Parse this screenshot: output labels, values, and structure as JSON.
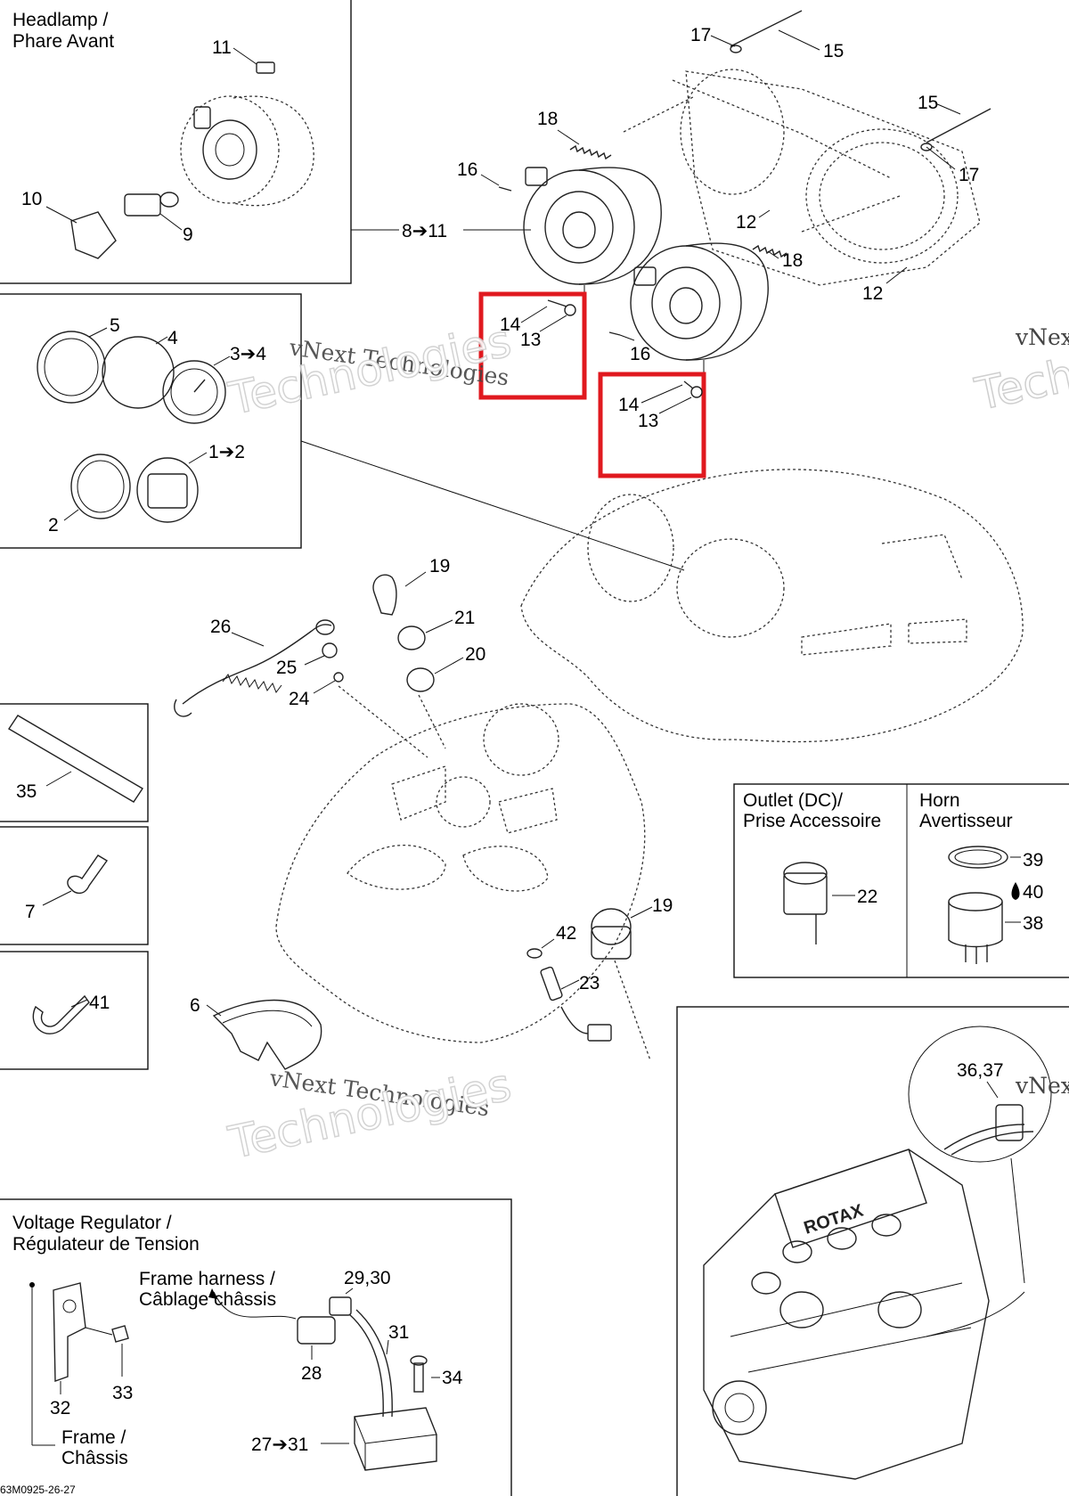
{
  "boxes": {
    "headlamp": [
      "Headlamp /",
      "Phare Avant"
    ],
    "outlet": [
      "Outlet (DC)/",
      "Prise Accessoire"
    ],
    "horn": [
      "Horn",
      "Avertisseur"
    ],
    "voltage": [
      "Voltage Regulator /",
      "Régulateur de Tension"
    ],
    "harness": [
      "Frame harness /",
      "Câblage châssis"
    ],
    "frame": [
      "Frame /",
      "Châssis"
    ]
  },
  "callouts": {
    "c11a": "11",
    "c10": "10",
    "c9": "9",
    "c8to11": "8➔11",
    "c17a": "17",
    "c15a": "15",
    "c15b": "15",
    "c17b": "17",
    "c18a": "18",
    "c16a": "16",
    "c12a": "12",
    "c18b": "18",
    "c12b": "12",
    "c14a": "14",
    "c13a": "13",
    "c16b": "16",
    "c14b": "14",
    "c13b": "13",
    "c5": "5",
    "c4": "4",
    "c3to4": "3➔4",
    "c1to2": "1➔2",
    "c2": "2",
    "c19a": "19",
    "c26": "26",
    "c21": "21",
    "c20": "20",
    "c25": "25",
    "c24": "24",
    "c35": "35",
    "c7": "7",
    "c41": "41",
    "c6": "6",
    "c42": "42",
    "c19b": "19",
    "c23": "23",
    "c22": "22",
    "c39": "39",
    "c40": "40",
    "c38": "38",
    "c3637": "36,37",
    "c2930": "29,30",
    "c31": "31",
    "c28": "28",
    "c34": "34",
    "c33": "33",
    "c32": "32",
    "c27to31": "27➔31"
  },
  "watermark": {
    "line1": "vNext Technologies",
    "line2": "Technologies",
    "short": "vNex",
    "short2": "Tech"
  },
  "engine_brand": "ROTAX",
  "footer": "63M0925-26-27",
  "highlight_color": "#e0191f"
}
